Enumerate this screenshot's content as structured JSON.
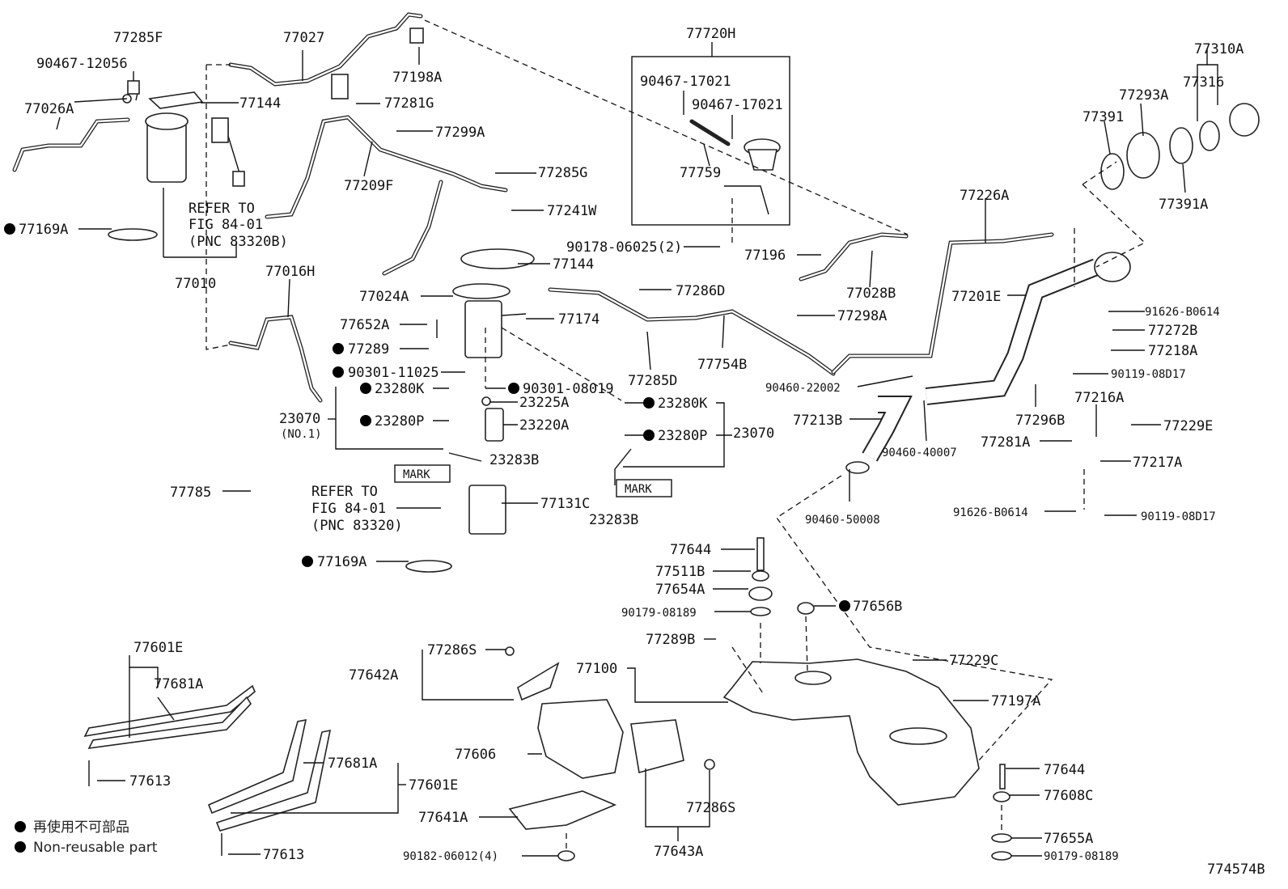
{
  "diagram_id": "774574B",
  "legend": {
    "jp": "再使用不可部品",
    "en": "Non-reusable part"
  },
  "refer_top": {
    "l1": "REFER TO",
    "l2": "FIG 84-01",
    "l3": "(PNC 83320B)"
  },
  "refer_mid": {
    "l1": "REFER TO",
    "l2": "FIG 84-01",
    "l3": "(PNC 83320)"
  },
  "mark": "MARK",
  "no1": "(NO.1)",
  "labels": {
    "p77285F": "77285F",
    "p77027": "77027",
    "p9046712056": "90467-12056",
    "p77198A": "77198A",
    "p77144a": "77144",
    "p77281G": "77281G",
    "p77026A": "77026A",
    "p77299A": "77299A",
    "p77285G": "77285G",
    "p77209F": "77209F",
    "p77241W": "77241W",
    "p77169Aa": "77169A",
    "p77010": "77010",
    "p77144b": "77144",
    "p77016H": "77016H",
    "p77024A": "77024A",
    "p77174": "77174",
    "p77652A": "77652A",
    "p77289": "77289",
    "p9030111025": "90301-11025",
    "p9030108019": "90301-08019",
    "p23280Ka": "23280K",
    "p23225A": "23225A",
    "p23280Pa": "23280P",
    "p23220A": "23220A",
    "p23070a": "23070",
    "p23283Ba": "23283B",
    "p23280Kb": "23280K",
    "p23280Pb": "23280P",
    "p23070b": "23070",
    "p23283Bb": "23283B",
    "p77785": "77785",
    "p77131C": "77131C",
    "p77169Ab": "77169A",
    "p77720H": "77720H",
    "p9046717021a": "90467-17021",
    "p9046717021b": "90467-17021",
    "p77759": "77759",
    "p9017806025": "90178-06025(2)",
    "p77196": "77196",
    "p77028B": "77028B",
    "p77286D": "77286D",
    "p77298A": "77298A",
    "p77754B": "77754B",
    "p77285D": "77285D",
    "p77310A": "77310A",
    "p77316": "77316",
    "p77293A": "77293A",
    "p77391": "77391",
    "p77391A": "77391A",
    "p77226A": "77226A",
    "p77201E": "77201E",
    "p91626B0614a": "91626-B0614",
    "p77272B": "77272B",
    "p77218A": "77218A",
    "p9011908D17a": "90119-08D17",
    "p9046022002": "90460-22002",
    "p77216A": "77216A",
    "p77213B": "77213B",
    "p77296B": "77296B",
    "p77229E": "77229E",
    "p77281A": "77281A",
    "p9046040007": "90460-40007",
    "p77217A": "77217A",
    "p9046050008": "90460-50008",
    "p91626B0614b": "91626-B0614",
    "p9011908D17b": "90119-08D17",
    "p77644a": "77644",
    "p77511B": "77511B",
    "p77654A": "77654A",
    "p9017908189a": "90179-08189",
    "p77656B": "77656B",
    "p77289B": "77289B",
    "p77100": "77100",
    "p77229C": "77229C",
    "p77197A": "77197A",
    "p77601Ea": "77601E",
    "p77681Aa": "77681A",
    "p77613a": "77613",
    "p77286Sa": "77286S",
    "p77642A": "77642A",
    "p77606": "77606",
    "p77681Ab": "77681A",
    "p77601Eb": "77601E",
    "p77641A": "77641A",
    "p77286Sb": "77286S",
    "p77613b": "77613",
    "p9018206012": "90182-06012(4)",
    "p77643A": "77643A",
    "p77644b": "77644",
    "p77608C": "77608C",
    "p77655A": "77655A",
    "p9017908189b": "90179-08189"
  }
}
